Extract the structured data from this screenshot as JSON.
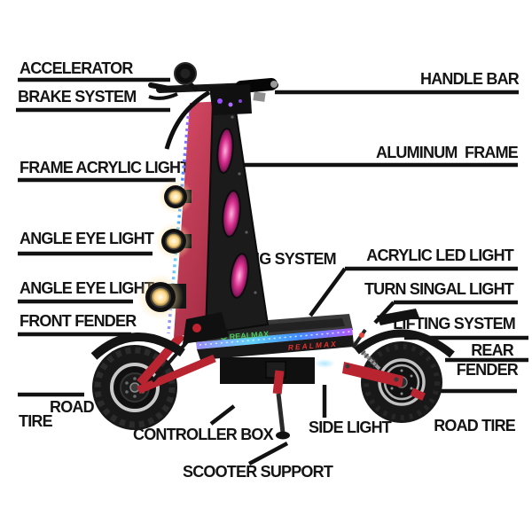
{
  "diagram": {
    "subject": "electric scooter parts callout diagram",
    "brand": {
      "deck_top_logo": "REALMAX",
      "deck_side_logo": "REALMAX"
    },
    "colors": {
      "background": "#ffffff",
      "label_text": "#141414",
      "callout_line": "#121212",
      "accent_red": "#b8242f",
      "led_blue": "#63d4ff",
      "led_purple": "#b55cff",
      "led_pink": "#d62e8c",
      "headlight_glow": "#ffe9b0",
      "logo_green": "#46c95c",
      "logo_red": "#e0312e"
    },
    "labels": {
      "accelerator": "ACCELERATOR",
      "brake_system": "BRAKE SYSTEM",
      "handle_bar": "HANDLE BAR",
      "frame_acrylic_light": "FRAME ACRYLIC LIGHT",
      "aluminum_frame": "ALUMINUM  FRAME",
      "angle_eye_light_1": "ANGLE EYE LIGHT",
      "folding_system": "FOLDING SYSTEM",
      "acrylic_led_light": "ACRYLIC LED LIGHT",
      "angle_eye_light_2": "ANGLE EYE LIGHT",
      "turn_singal_light": "TURN SINGAL LIGHT",
      "front_fender": "FRONT FENDER",
      "lifting_system": "LIFTING SYSTEM",
      "rear": "REAR",
      "fender": "FENDER",
      "road_tire_left_line1": "ROAD",
      "road_tire_left_line2": "TIRE",
      "controller_box": "CONTROLLER BOX",
      "side_light": "SIDE LIGHT",
      "scooter_support": "SCOOTER SUPPORT",
      "road_tire_right": "ROAD TIRE"
    }
  }
}
